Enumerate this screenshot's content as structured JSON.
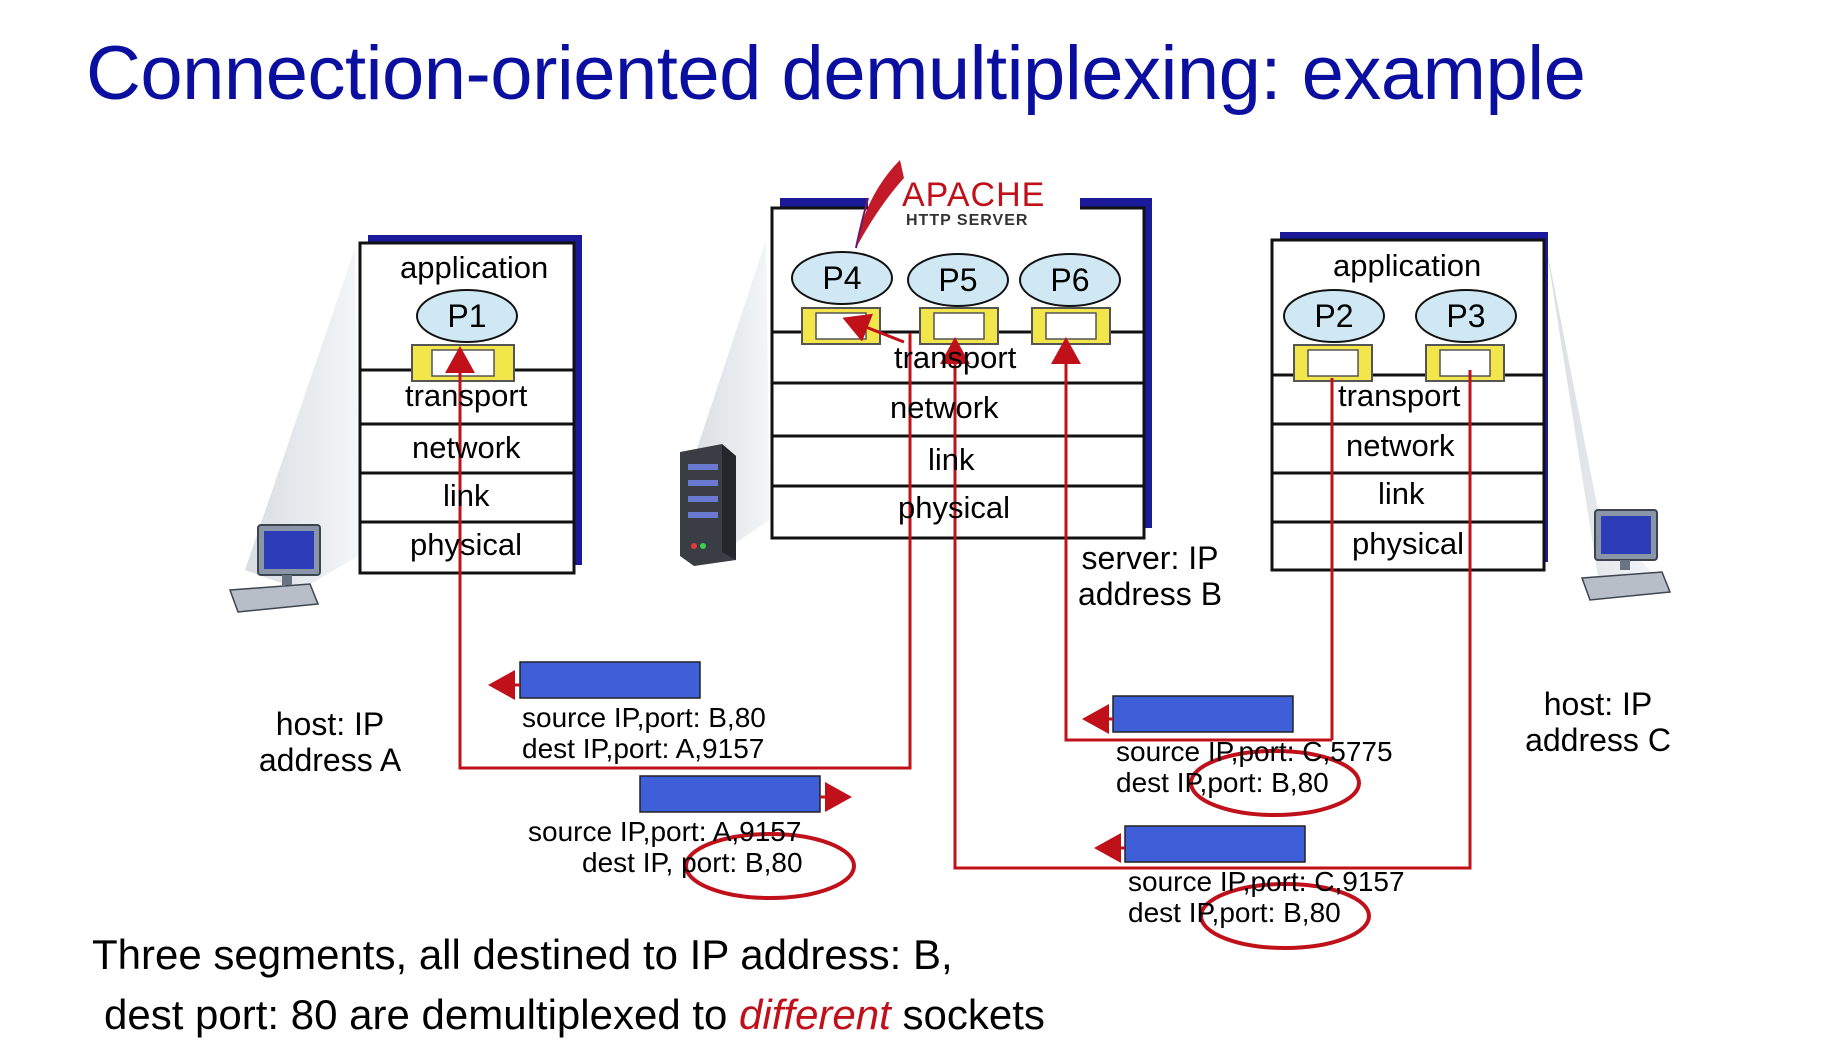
{
  "title": "Connection-oriented demultiplexing: example",
  "logo": {
    "name": "APACHE",
    "sub": "HTTP SERVER"
  },
  "hosts": {
    "a": {
      "layers": [
        "application",
        "transport",
        "network",
        "link",
        "physical"
      ],
      "processes": [
        "P1"
      ],
      "label_line1": "host: IP",
      "label_line2": "address A"
    },
    "b": {
      "layers": [
        "transport",
        "network",
        "link",
        "physical"
      ],
      "processes": [
        "P4",
        "P5",
        "P6"
      ],
      "label_line1": "server: IP",
      "label_line2": "address B"
    },
    "c": {
      "layers": [
        "application",
        "transport",
        "network",
        "link",
        "physical"
      ],
      "processes": [
        "P2",
        "P3"
      ],
      "label_line1": "host: IP",
      "label_line2": "address C"
    }
  },
  "segments": {
    "seg1": {
      "line1": "source IP,port: B,80",
      "line2": "dest IP,port: A,9157"
    },
    "seg2": {
      "line1": "source IP,port: A,9157",
      "line2": "dest IP, port: B,80"
    },
    "seg3": {
      "line1": "source IP,port: C,5775",
      "line2": "dest IP,port: B,80"
    },
    "seg4": {
      "line1": "source IP,port: C,9157",
      "line2": "dest IP,port: B,80"
    }
  },
  "caption": {
    "line1": "Three segments, all destined to IP address: B,",
    "line2_a": "dest port: 80 are demultiplexed to ",
    "line2_em": "different",
    "line2_b": " sockets"
  },
  "colors": {
    "title": "#0b0fa0",
    "arrow": "#c0101a",
    "segment": "#3e5fd8",
    "socket": "#f3e64a",
    "process": "#cfe8f3"
  }
}
